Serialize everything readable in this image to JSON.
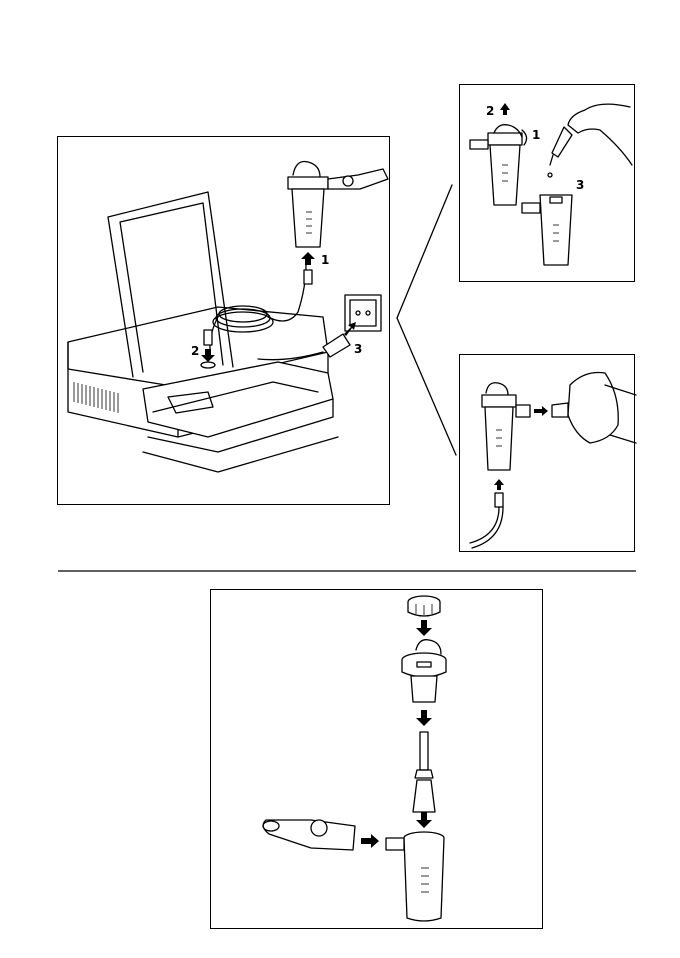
{
  "labels": {
    "main_step1": "1",
    "main_step2": "2",
    "main_step3": "3",
    "fill_step1": "1",
    "fill_step2": "2",
    "fill_step3": "3"
  },
  "colors": {
    "line": "#000000",
    "background": "#ffffff"
  }
}
